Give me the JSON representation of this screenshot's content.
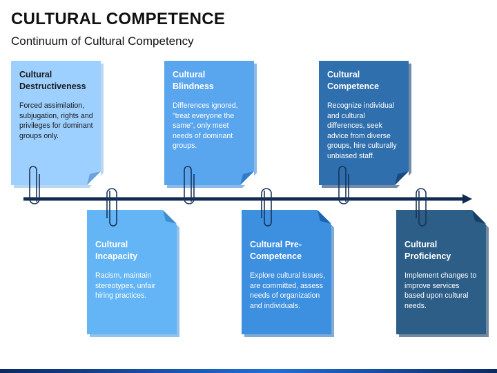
{
  "header": {
    "title": "CULTURAL COMPETENCE",
    "subtitle": "Continuum of Cultural Competency"
  },
  "colors": {
    "timeline": "#102a52",
    "card1": "#9dcfff",
    "card2": "#63b5f5",
    "card3": "#5aa6ee",
    "card4": "#3d8fe0",
    "card5": "#2f6fad",
    "card6": "#2c5e88",
    "dark_text": "#111111",
    "light_text": "#ffffff"
  },
  "stages": [
    {
      "title": "Cultural\nDestructiveness",
      "description": "Forced assimilation, subjugation, rights and privileges for dominant groups only."
    },
    {
      "title": "Cultural\nIncapacity",
      "description": "Racism, maintain stereotypes, unfair hiring practices."
    },
    {
      "title": "Cultural\nBlindness",
      "description": "Differences ignored, \"treat everyone the same\", only meet needs of dominant groups."
    },
    {
      "title": "Cultural Pre-\nCompetence",
      "description": "Explore cultural issues, are committed, assess needs of organization and individuals."
    },
    {
      "title": "Cultural\nCompetence",
      "description": "Recognize individual and cultural differences, seek advice from diverse groups, hire culturally unbiased staff."
    },
    {
      "title": "Cultural\nProficiency",
      "description": "Implement changes to improve services based upon cultural needs."
    }
  ]
}
